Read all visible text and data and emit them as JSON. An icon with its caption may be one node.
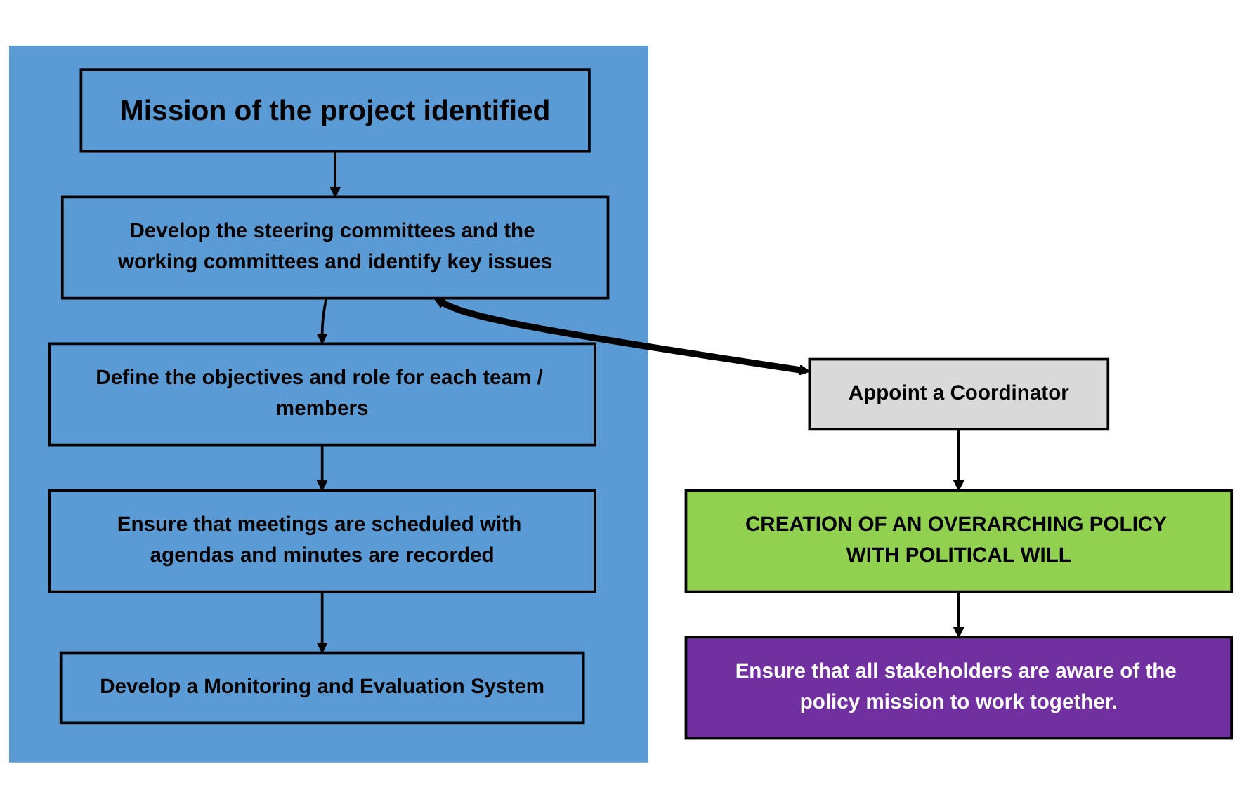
{
  "diagram": {
    "nodes": [
      {
        "text": [],
        "shape": "box"
      },
      {
        "text": [
          "Mission of the project identified"
        ],
        "in": 0
      },
      {
        "text": [
          "Develop the steering committees and the working committees and identify key issues"
        ],
        "in": 0
      },
      {
        "text": [
          "Define the objectives and role for each team / members"
        ],
        "in": 0
      },
      {
        "text": [
          "Ensure that meetings are scheduled with agendas and minutes are recorded"
        ],
        "in": 0
      },
      {
        "text": [
          "Develop a Monitoring and Evaluation System"
        ],
        "in": 0
      },
      {
        "text": [
          "Appoint a Coordinator"
        ]
      },
      {
        "text": [
          "CREATION OF AN OVERARCHING POLICY WITH POLITICAL WILL"
        ]
      },
      {
        "text": [
          "Ensure that all stakeholders are aware of the policy mission to work together."
        ]
      }
    ],
    "edges": [
      {
        "from": 1,
        "to": 2,
        "arrow": "to"
      },
      {
        "from": 2,
        "to": 3,
        "arrow": "to"
      },
      {
        "from": 3,
        "to": 4,
        "arrow": "to"
      },
      {
        "from": 4,
        "to": 5,
        "arrow": "to"
      },
      {
        "from": 2,
        "to": 6,
        "arrow": "both",
        "style": "thick"
      },
      {
        "from": 6,
        "to": 7,
        "arrow": "to"
      },
      {
        "from": 7,
        "to": 8,
        "arrow": "to"
      }
    ]
  }
}
